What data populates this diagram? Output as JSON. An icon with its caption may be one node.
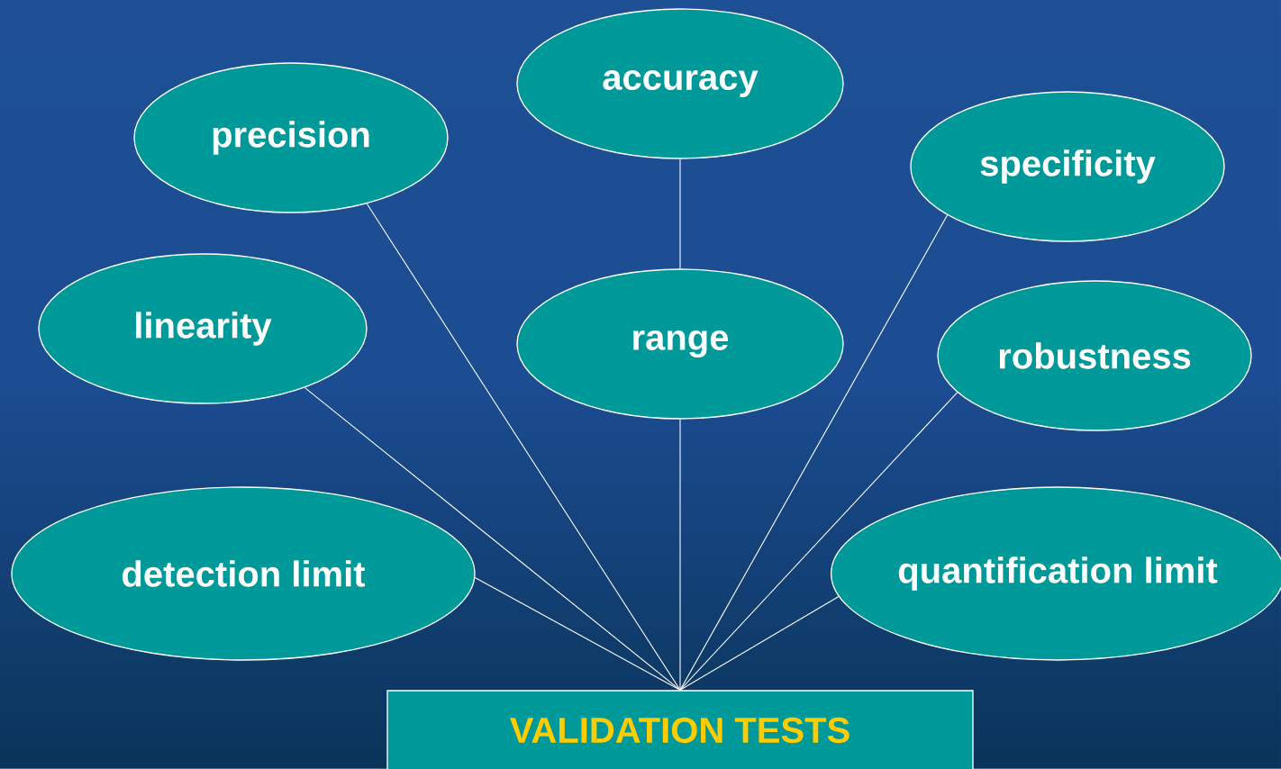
{
  "diagram": {
    "nodes": [
      {
        "text": [
          "accuracy"
        ]
      },
      {
        "text": [
          "precision"
        ]
      },
      {
        "text": [
          "specificity"
        ]
      },
      {
        "text": [
          "linearity"
        ]
      },
      {
        "text": [
          "range"
        ]
      },
      {
        "text": [
          "robustness"
        ]
      },
      {
        "text": [
          "detection limit"
        ]
      },
      {
        "text": [
          "quantification limit"
        ]
      },
      {
        "text": [
          "VALIDATION TESTS"
        ]
      }
    ],
    "edges": [
      {
        "from": 0,
        "to": 4,
        "arrow": "none"
      },
      {
        "from": 8,
        "to": 4,
        "arrow": "none"
      },
      {
        "from": 8,
        "to": 1,
        "arrow": "none"
      },
      {
        "from": 8,
        "to": 2,
        "arrow": "none"
      },
      {
        "from": 8,
        "to": 3,
        "arrow": "none"
      },
      {
        "from": 8,
        "to": 5,
        "arrow": "none"
      },
      {
        "from": 8,
        "to": 6,
        "arrow": "none"
      },
      {
        "from": 8,
        "to": 7,
        "arrow": "none"
      }
    ]
  }
}
